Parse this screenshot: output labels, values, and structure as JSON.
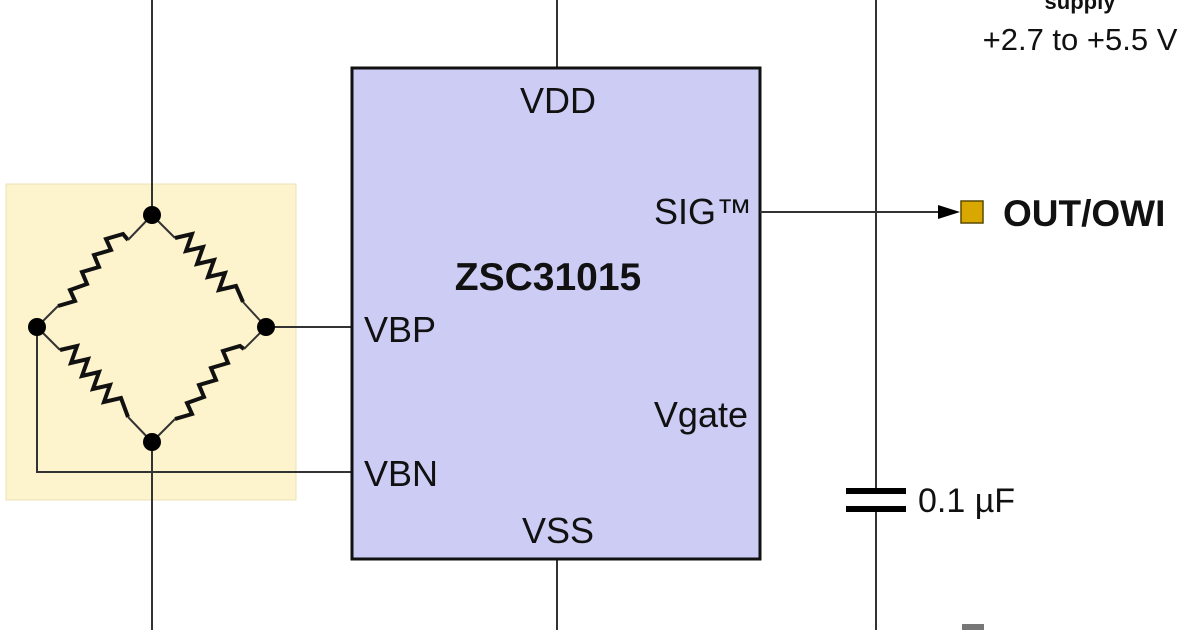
{
  "chip": {
    "name": "ZSC31015",
    "pins": {
      "vdd": "VDD",
      "sig": "SIG™",
      "vbp": "VBP",
      "vgate": "Vgate",
      "vbn": "VBN",
      "vss": "VSS"
    }
  },
  "supply": {
    "title": "supply",
    "range": "+2.7 to +5.5 V"
  },
  "output": {
    "label": "OUT/OWI"
  },
  "capacitor": {
    "value": "0.1 µF"
  },
  "colors": {
    "chip_fill": "#ccccf5",
    "bridge_panel": "#fdf3cd",
    "output_terminal": "#d9a800",
    "wire": "#333333"
  }
}
